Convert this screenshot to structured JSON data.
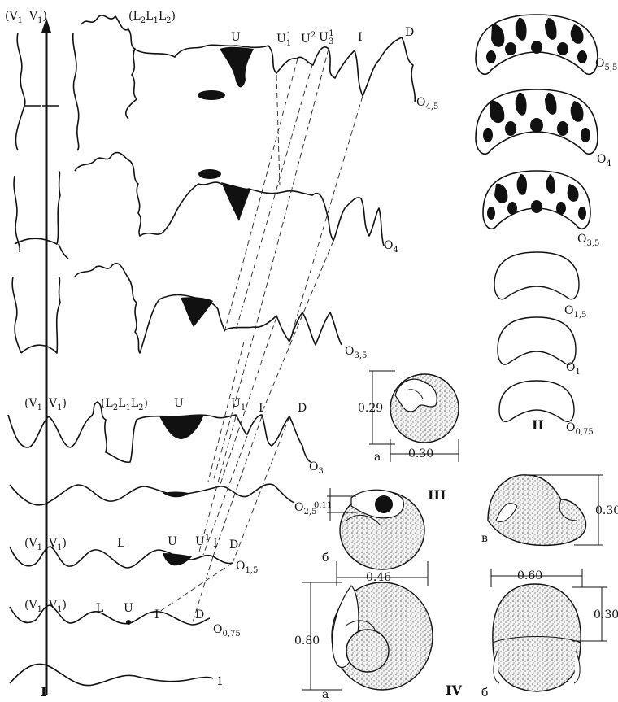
{
  "axis": {
    "label": "I"
  },
  "suture_labels": {
    "top_left_V": "(V",
    "top_left_V2": "V",
    "top_left_L": "(L",
    "lobe_U": "U",
    "lobe_U1": "U",
    "lobe_U2": "U",
    "lobe_U3": "U",
    "lobe_I": "I",
    "lobe_D": "D",
    "sub1": "1",
    "sub2": "2",
    "sub3": "3",
    "sup1": "1",
    "sup2": "2"
  },
  "whorl_labels": {
    "o45": "O",
    "o45_sub": "4,5",
    "o4": "O",
    "o4_sub": "4",
    "o35": "O",
    "o35_sub": "3,5",
    "o3": "O",
    "o3_sub": "3",
    "o25": "O",
    "o25_sub": "2,5",
    "o15": "O",
    "o15_sub": "1,5",
    "o075": "O",
    "o075_sub": "0,75",
    "one": "1"
  },
  "row3": {
    "v": "(V",
    "v2": "V",
    "l": "(L",
    "u": "U",
    "u1": "U",
    "i": "I",
    "d": "D"
  },
  "row15": {
    "v": "(V",
    "v2": "V",
    "l": "L",
    "u": "U",
    "u1": "U",
    "i": "I",
    "d": "D"
  },
  "row075": {
    "v": "(V",
    "v2": "V",
    "l": "L",
    "u": "U",
    "i": "I",
    "d": "D"
  },
  "cross_sections": {
    "group_label": "II",
    "labels": [
      "O",
      "O",
      "O",
      "O",
      "O",
      "O"
    ],
    "subs": [
      "5,5",
      "4",
      "3,5",
      "1,5",
      "1",
      "0,75"
    ]
  },
  "embryo": {
    "group_label": "III",
    "a_letter": "a",
    "a_height": "0.29",
    "a_width": "0.30",
    "b_letter": "б",
    "b_umbilicus": "0.11",
    "b_width": "0.46",
    "v_letter": "в",
    "v_height": "0.30"
  },
  "shell4": {
    "group_label": "IV",
    "a_letter": "a",
    "a_height": "0.80",
    "b_letter": "б",
    "b_width": "0.60",
    "b_height": "0.30"
  }
}
